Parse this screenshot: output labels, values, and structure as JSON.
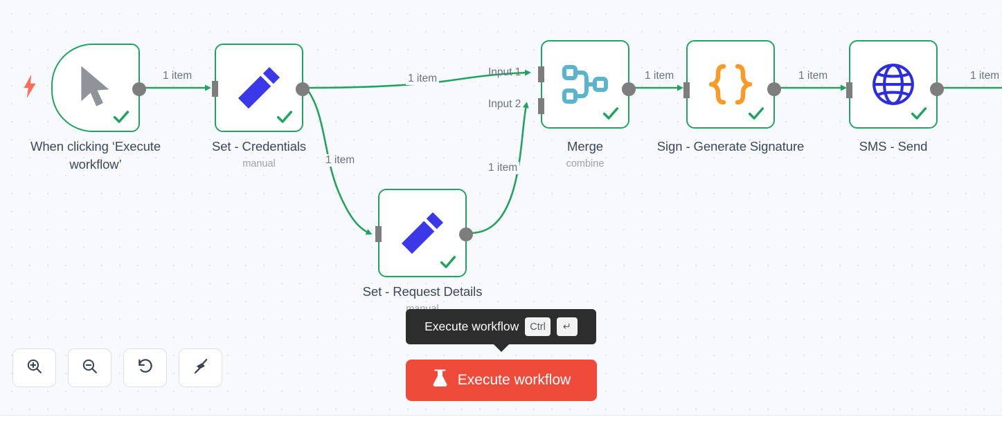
{
  "canvas": {
    "background_color": "#f7f9fc",
    "grid_dot_color": "#dfe3ec"
  },
  "theme": {
    "node_border_green": "#21a35f",
    "edge_green": "#21a35f",
    "connector_gray": "#7d7d7d",
    "execute_red": "#ef4b3a",
    "trigger_bolt": "#ff6d5a",
    "label_dark": "#3d4759",
    "label_muted": "#9aa1ad"
  },
  "nodes": [
    {
      "id": "trigger",
      "label": "When clicking ‘Execute\nworkflow’",
      "subtitle": "",
      "icon": "mouse-cursor-icon",
      "shape": "trigger",
      "status": "success"
    },
    {
      "id": "set-credentials",
      "label": "Set - Credentials",
      "subtitle": "manual",
      "icon": "pencil-icon",
      "shape": "rect",
      "status": "success"
    },
    {
      "id": "set-request-details",
      "label": "Set - Request Details",
      "subtitle": "manual",
      "icon": "pencil-icon",
      "shape": "rect",
      "status": "success"
    },
    {
      "id": "merge",
      "label": "Merge",
      "subtitle": "combine",
      "icon": "merge-branch-icon",
      "shape": "rect",
      "status": "success",
      "inputs": [
        "Input 1",
        "Input 2"
      ]
    },
    {
      "id": "sign-generate-signature",
      "label": "Sign - Generate Signature",
      "subtitle": "",
      "icon": "curly-braces-code-icon",
      "shape": "rect",
      "status": "success"
    },
    {
      "id": "sms-send",
      "label": "SMS - Send",
      "subtitle": "",
      "icon": "globe-icon",
      "shape": "rect",
      "status": "success"
    }
  ],
  "edges": [
    {
      "id": "e1",
      "from": "trigger",
      "to": "set-credentials",
      "label": "1 item"
    },
    {
      "id": "e2",
      "from": "set-credentials",
      "to": "merge-input-1",
      "label": "1 item"
    },
    {
      "id": "e3",
      "from": "set-credentials",
      "to": "set-request-details",
      "label": "1 item"
    },
    {
      "id": "e4",
      "from": "set-request-details",
      "to": "merge-input-2",
      "label": "1 item"
    },
    {
      "id": "e5",
      "from": "merge",
      "to": "sign-generate-signature",
      "label": "1 item"
    },
    {
      "id": "e6",
      "from": "sign-generate-signature",
      "to": "sms-send",
      "label": "1 item"
    },
    {
      "id": "e7",
      "from": "sms-send",
      "to": "offscreen",
      "label": "1 item"
    }
  ],
  "merge_ports": {
    "input_1": "Input 1",
    "input_2": "Input 2"
  },
  "toolbar": [
    {
      "id": "zoom-in",
      "icon": "zoom-in-icon",
      "title": "Zoom in"
    },
    {
      "id": "zoom-out",
      "icon": "zoom-out-icon",
      "title": "Zoom out"
    },
    {
      "id": "reset-zoom",
      "icon": "undo-reset-icon",
      "title": "Reset zoom"
    },
    {
      "id": "tidy-up",
      "icon": "broom-icon",
      "title": "Tidy up"
    }
  ],
  "execute": {
    "button_label": "Execute workflow",
    "button_icon": "flask-icon",
    "tooltip_label": "Execute workflow",
    "tooltip_keys": [
      "Ctrl",
      "↵"
    ]
  }
}
